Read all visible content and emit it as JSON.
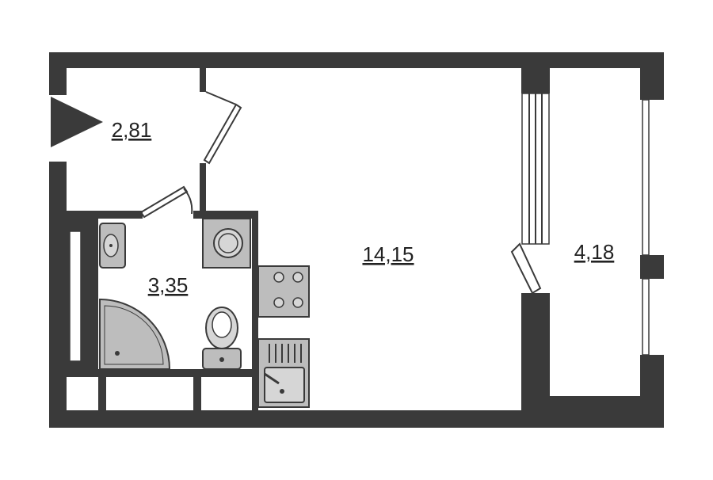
{
  "rooms": {
    "hall": {
      "area": "2,81"
    },
    "bathroom": {
      "area": "3,35"
    },
    "living": {
      "area": "14,15"
    },
    "balcony": {
      "area": "4,18"
    }
  },
  "colors": {
    "wall": "#3a3a3a",
    "fixture": "#bdbdbd",
    "background": "#ffffff"
  }
}
